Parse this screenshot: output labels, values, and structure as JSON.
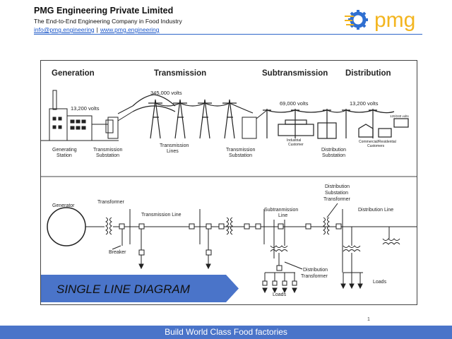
{
  "header": {
    "company": "PMG Engineering Private Limited",
    "tagline": "The End-to-End Engineering Company in Food Industry",
    "email": "info@pmg.engineering",
    "separator": "|",
    "website": "www.pmg.engineering",
    "logo_text": "pmg",
    "logo_icon": "gear-icon"
  },
  "diagram": {
    "top_headers": {
      "generation": "Generation",
      "transmission": "Transmission",
      "subtransmission": "Subtransmission",
      "distribution": "Distribution"
    },
    "voltages": {
      "v13200_gen": "13,200 volts",
      "v345000": "345,000 volts",
      "v69000": "69,000 volts",
      "v13200_dist": "13,200 volts",
      "v120240": "120/240 volts"
    },
    "captions": {
      "generating_station": [
        "Generating",
        "Station"
      ],
      "transmission_substation_1": [
        "Transmission",
        "Substation"
      ],
      "transmission_lines": [
        "Transmission",
        "Lines"
      ],
      "transmission_substation_2": [
        "Transmission",
        "Substation"
      ],
      "industrial_customer": [
        "Industrial",
        "Customer"
      ],
      "distribution_substation": [
        "Distribution",
        "Substation"
      ],
      "commercial_residential": [
        "Commercial/Residential",
        "Customers"
      ]
    },
    "sld_labels": {
      "generator": "Generator",
      "transformer": "Transformer",
      "transmission_line": "Transmission Line",
      "breaker": "Breaker",
      "subtransmission_line": [
        "Subtranmission",
        "Line"
      ],
      "dist_sub_transformer": [
        "Distribution",
        "Substation",
        "Transformer"
      ],
      "distribution_line": "Distribution Line",
      "distribution_transformer": [
        "Distribution",
        "Transformer"
      ],
      "loads_left": "Loads",
      "loads_right": "Loads"
    }
  },
  "banner": {
    "text": "SINGLE LINE DIAGRAM",
    "color": "#4a74c9"
  },
  "page_number": "1",
  "footer": {
    "text": "Build World Class Food factories",
    "color": "#4a74c9"
  }
}
